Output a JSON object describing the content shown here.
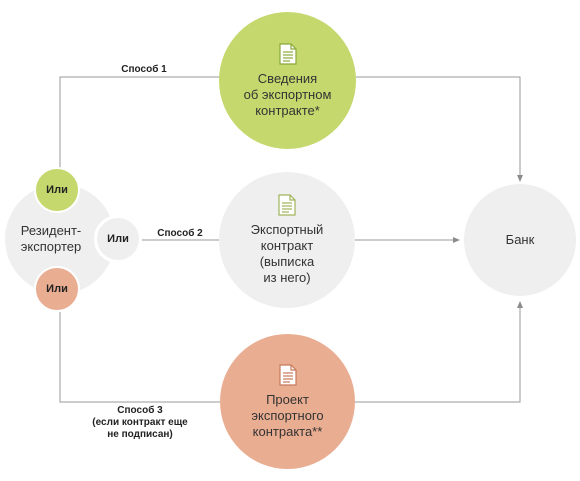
{
  "nodes": {
    "method1_doc": {
      "text": "Сведения\nоб экспортном\nконтракте*",
      "color": "#c5d86d"
    },
    "method2_doc": {
      "text": "Экспортный\nконтракт\n(выписка\nиз него)",
      "color": "#efefef"
    },
    "method3_doc": {
      "text": "Проект\nэкспортного\nконтракта**",
      "color": "#e9ad91"
    },
    "resident": {
      "text": "Резидент-\nэкспортер",
      "color": "#efefef"
    },
    "bank": {
      "text": "Банк",
      "color": "#efefef"
    }
  },
  "or_badges": {
    "top": {
      "text": "Или",
      "color": "#c5d86d"
    },
    "middle": {
      "text": "Или",
      "color": "#efefef"
    },
    "bottom": {
      "text": "Или",
      "color": "#e9ad91"
    }
  },
  "labels": {
    "method1": "Способ 1",
    "method2": "Способ 2",
    "method3": "Способ 3\n(если контракт еще\nне подписан)"
  },
  "colors": {
    "line": "#9a9a9a",
    "icon_green": "#8aa93a",
    "icon_salmon": "#c77a5a",
    "icon_sage": "#9fb35a"
  }
}
